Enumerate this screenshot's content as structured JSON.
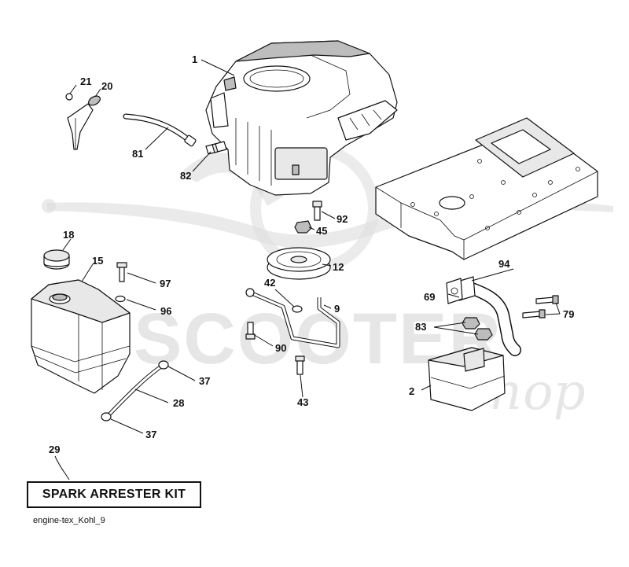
{
  "watermark": {
    "text": "SCOOTER",
    "script_text": "Shop"
  },
  "parts": [
    {
      "id": "engine",
      "callout": "1"
    },
    {
      "id": "muffler",
      "callout": "2"
    },
    {
      "id": "dipstick-tube",
      "callout": "9"
    },
    {
      "id": "pulley",
      "callout": "12"
    },
    {
      "id": "fuel-tank",
      "callout": "15"
    },
    {
      "id": "fuel-cap",
      "callout": "18"
    },
    {
      "id": "dipstick",
      "callout": "20"
    },
    {
      "id": "dipstick-screw",
      "callout": "21"
    },
    {
      "id": "fuel-line",
      "callout": "28"
    },
    {
      "id": "spark-arrester-kit",
      "callout": "29"
    },
    {
      "id": "hose-clamp-upper",
      "callout": "37"
    },
    {
      "id": "hose-clamp-lower",
      "callout": "37"
    },
    {
      "id": "washer-42",
      "callout": "42"
    },
    {
      "id": "pulley-bolt",
      "callout": "43"
    },
    {
      "id": "nut",
      "callout": "45"
    },
    {
      "id": "gasket",
      "callout": "69"
    },
    {
      "id": "exhaust-screw",
      "callout": "79"
    },
    {
      "id": "breather-hose",
      "callout": "81"
    },
    {
      "id": "hose-fitting",
      "callout": "82"
    },
    {
      "id": "muffler-nuts",
      "callout": "83"
    },
    {
      "id": "bracket-bolt",
      "callout": "90"
    },
    {
      "id": "engine-bolt",
      "callout": "92"
    },
    {
      "id": "exhaust-pipe",
      "callout": "94"
    },
    {
      "id": "washer-96",
      "callout": "96"
    },
    {
      "id": "tank-screw",
      "callout": "97"
    }
  ],
  "kit_label": "SPARK ARRESTER KIT",
  "figure_id": "engine-tex_Kohl_9",
  "colors": {
    "line": "#111111",
    "watermark": "#d9d9d9",
    "part_fill": "#ffffff",
    "part_shade": "#bdbdbd"
  }
}
